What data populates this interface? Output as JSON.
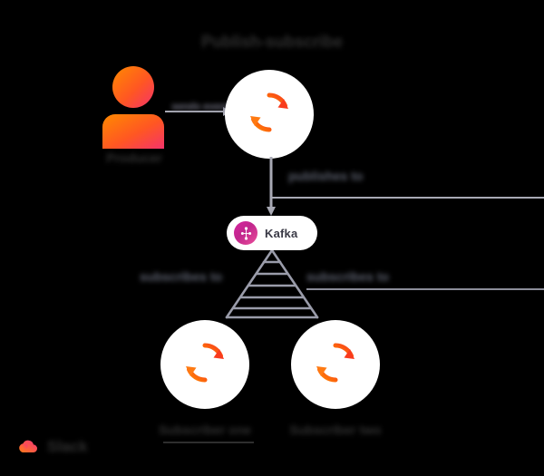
{
  "diagram": {
    "background_color": "#000000",
    "title": "Publish-subscribe",
    "nodes": {
      "actor": {
        "label": "Producer",
        "icon": "person-icon",
        "gradient_from": "#ff7a18",
        "gradient_to": "#f43f5e"
      },
      "producer_service": {
        "icon": "sync-arrows-icon",
        "circle_color": "#ffffff",
        "icon_color": "#ff5a1f"
      },
      "broker": {
        "label": "Kafka",
        "icon": "kafka-logo-icon",
        "badge_color": "#ffffff",
        "logo_color": "#d6249f"
      },
      "consumer_a": {
        "label": "Subscriber one",
        "icon": "sync-arrows-icon",
        "circle_color": "#ffffff",
        "icon_color": "#ff5a1f"
      },
      "consumer_b": {
        "label": "Subscriber two",
        "icon": "sync-arrows-icon",
        "circle_color": "#ffffff",
        "icon_color": "#ff5a1f"
      }
    },
    "edges": {
      "actor_to_producer": {
        "label": "sends event",
        "style": "solid-arrow",
        "color": "#a8a9b4"
      },
      "producer_to_broker": {
        "label": "publishes to",
        "style": "solid-arrow",
        "color": "#a8a9b4"
      },
      "broker_to_consumer_a": {
        "label": "subscribes to",
        "style": "ladder",
        "color": "#8b8d99"
      },
      "broker_to_consumer_b": {
        "label": "subscribes to",
        "style": "ladder",
        "color": "#8b8d99"
      }
    },
    "brand": {
      "name": "Slack",
      "mark_icon": "cloud-mark-icon",
      "mark_gradient_from": "#ff7a18",
      "mark_gradient_to": "#f4337a"
    }
  }
}
